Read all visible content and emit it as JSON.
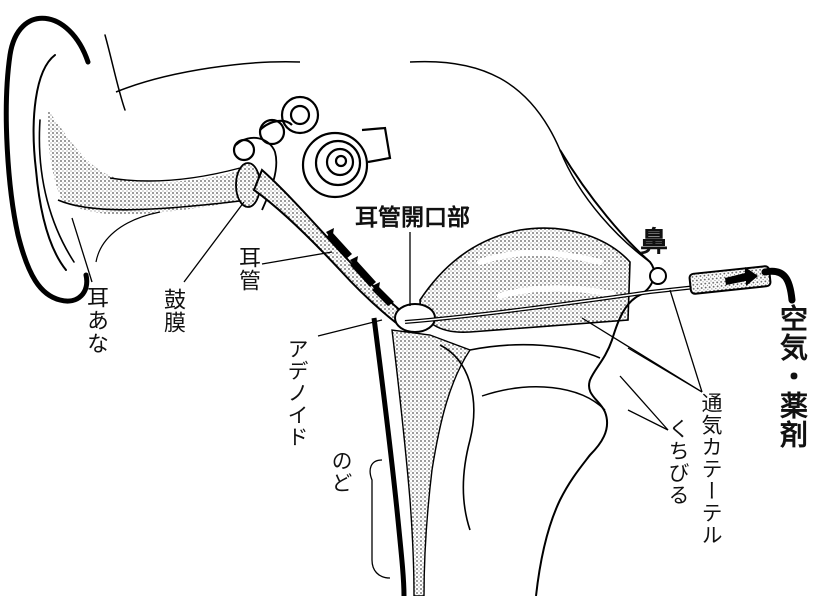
{
  "labels": {
    "ear_hole": "耳あな",
    "eardrum": "鼓膜",
    "eustachian_tube": "耳管",
    "adenoid": "アデノイド",
    "throat": "のど",
    "tube_opening": "耳管開口部",
    "nose": "鼻",
    "catheter": "通気カテーテル",
    "lips": "くちびる",
    "air_medicine": "空気・薬剤"
  }
}
